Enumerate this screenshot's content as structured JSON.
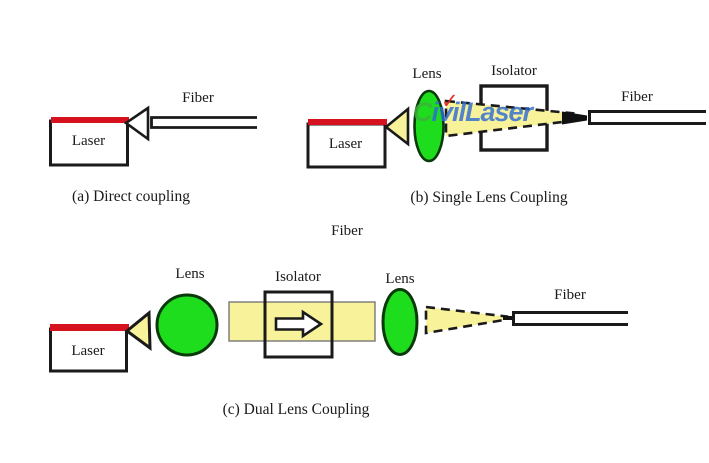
{
  "figure": {
    "watermark": {
      "prefix": "C",
      "rest": "ivilLaser",
      "check": "✓"
    },
    "colors": {
      "laser_stripe_red": "#d6121f",
      "lens_green": "#1ddd1d",
      "beam_yellow": "#f8f39b",
      "outline_black": "#1a1a1a",
      "watermark_blue": "#2f6cd4",
      "watermark_green": "#3db03d"
    },
    "panel_a": {
      "caption": "(a) Direct coupling",
      "laser_label": "Laser",
      "fiber_label": "Fiber"
    },
    "panel_b": {
      "caption": "(b) Single Lens Coupling",
      "laser_label": "Laser",
      "lens_label": "Lens",
      "isolator_label": "Isolator",
      "fiber_label": "Fiber"
    },
    "panel_c": {
      "caption": "(c) Dual Lens Coupling",
      "fiber_top_label": "Fiber",
      "laser_label": "Laser",
      "lens1_label": "Lens",
      "isolator_label": "Isolator",
      "lens2_label": "Lens",
      "fiber_label": "Fiber"
    }
  }
}
